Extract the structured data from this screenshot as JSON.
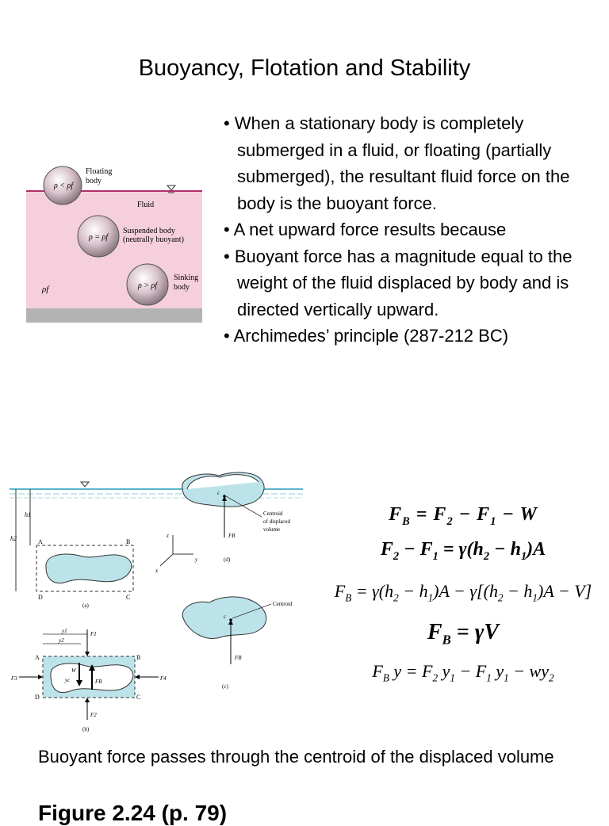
{
  "title": "Buoyancy, Flotation and Stability",
  "bullets": [
    "• When a stationary body is completely submerged in a fluid, or floating (partially submerged), the resultant fluid force on the body is the buoyant force.",
    "• A net upward force results because",
    "• Buoyant force has a magnitude equal to the weight of the fluid displaced by body and is directed vertically upward.",
    "• Archimedes’ principle (287-212 BC)"
  ],
  "figure1": {
    "floating_label_1": "Floating",
    "floating_label_2": "body",
    "rho_floating": "ρ < ρf",
    "fluid_label": "Fluid",
    "suspended_label_1": "Suspended body",
    "suspended_label_2": "(neutrally buoyant)",
    "rho_suspended": "ρ = ρf",
    "sinking_label_1": "Sinking",
    "sinking_label_2": "body",
    "rho_sinking": "ρ > ρf",
    "rho_fluid": "ρf"
  },
  "figure2": {
    "centroid_displaced_1": "Centroid",
    "centroid_displaced_2": "of displaced",
    "centroid_displaced_3": "volume",
    "centroid_label": "Centroid",
    "panel_a": "(a)",
    "panel_b": "(b)",
    "panel_c": "(c)",
    "panel_d": "(d)",
    "h1": "h1",
    "h2": "h2",
    "y1": "y1",
    "y2": "y2",
    "yc": "yc",
    "F1": "F1",
    "F2": "F2",
    "F3": "F3",
    "F4": "F4",
    "FB": "FB",
    "W": "W",
    "c": "c",
    "A": "A",
    "B": "B",
    "C": "C",
    "D": "D",
    "x": "x",
    "y": "y",
    "z": "z"
  },
  "equations": {
    "eq1": "F_B = F_2 − F_1 − W",
    "eq2": "F_2 − F_1 = γ(h_2 − h_1)A",
    "eq3": "F_B = γ(h_2 − h_1)A − γ[(h_2 − h_1)A − V]",
    "eq4": "F_B = γV",
    "eq5": "F_B y = F_2 y_1 − F_1 y_1 − wy_2"
  },
  "caption": "Buoyant force passes through the centroid of the displaced volume",
  "footer": "Figure 2.24 (p. 79)",
  "colors": {
    "fluid_pink": "#f6cfdc",
    "fluid_blue": "#bde3ea",
    "ground_gray": "#b3b3b3"
  }
}
